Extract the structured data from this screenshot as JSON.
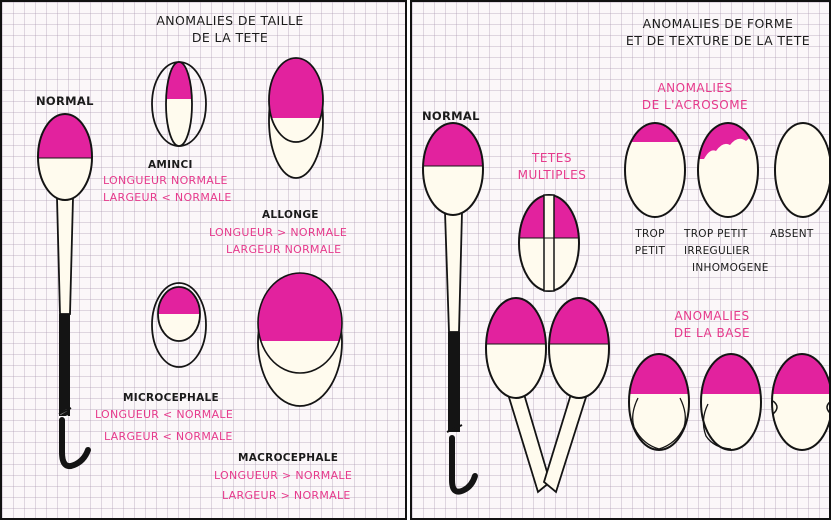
{
  "colors": {
    "magenta": "#e2229e",
    "outline": "#141414",
    "cream": "#fffbee",
    "text_pink": "#e63a8c"
  },
  "left_panel": {
    "title_line1": "ANOMALIES DE TAILLE",
    "title_line2": "DE LA TETE",
    "normal": "NORMAL",
    "aminci": {
      "name": "AMINCI",
      "line1": "LONGUEUR NORMALE",
      "line2": "LARGEUR < NORMALE"
    },
    "allonge": {
      "name": "ALLONGE",
      "line1": "LONGUEUR > NORMALE",
      "line2": "LARGEUR NORMALE"
    },
    "microcephale": {
      "name": "MICROCEPHALE",
      "line1": "LONGUEUR < NORMALE",
      "line2": "LARGEUR < NORMALE"
    },
    "macrocephale": {
      "name": "MACROCEPHALE",
      "line1": "LONGUEUR > NORMALE",
      "line2": "LARGEUR > NORMALE"
    }
  },
  "right_panel": {
    "title_line1": "ANOMALIES DE FORME",
    "title_line2": "ET DE TEXTURE DE LA TETE",
    "normal": "NORMAL",
    "tetes_multiples_line1": "TETES",
    "tetes_multiples_line2": "MULTIPLES",
    "acrosome_line1": "ANOMALIES",
    "acrosome_line2": "DE L'ACROSOME",
    "trop_petit_line1": "TROP",
    "trop_petit_line2": "PETIT",
    "irregulier_line1": "TROP PETIT",
    "irregulier_line2": "IRREGULIER",
    "irregulier_line3": "INHOMOGENE",
    "absent": "ABSENT",
    "base_line1": "ANOMALIES",
    "base_line2": "DE LA BASE"
  }
}
